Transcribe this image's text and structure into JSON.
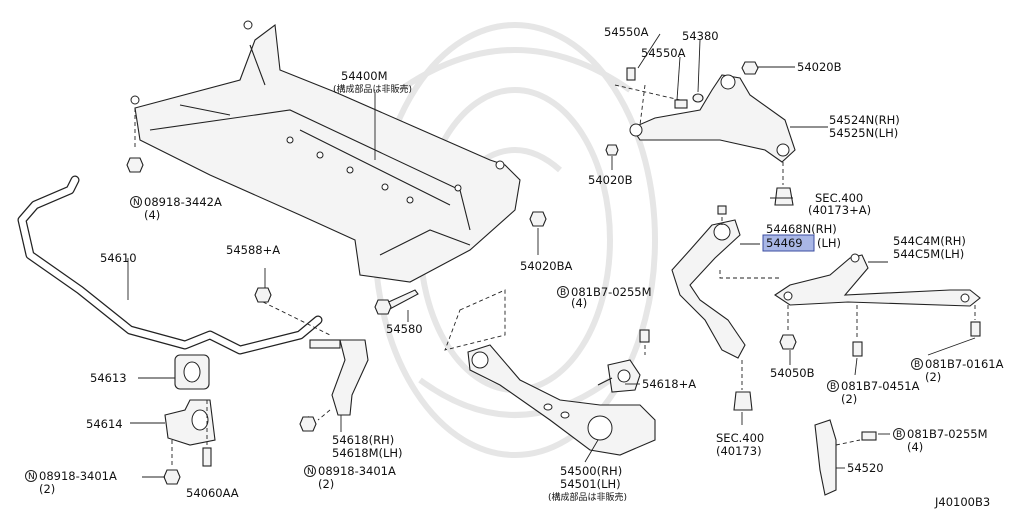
{
  "labels": {
    "crossmember": "54400M",
    "crossmember_note": "(構成部品は非販売)",
    "prefix_n": "N",
    "prefix_b": "B",
    "nut_3442A": "08918-3442A",
    "qty_4": "(4)",
    "qty_2": "(2)",
    "stabilizer": "54610",
    "nut_54588A": "54588+A",
    "bushing": "54613",
    "clamp": "54614",
    "nut_3401A": "08918-3401A",
    "bolt_54060AA": "54060AA",
    "bolt_54580": "54580",
    "nut_54020BA": "54020BA",
    "rod_rh": "54618(RH)",
    "rod_lh": "54618M(LH)",
    "bolt_0255M": "081B7-0255M",
    "bushing_54618A": "54618+A",
    "link_rh": "54500(RH)",
    "link_lh": "54501(LH)",
    "link_note": "(構成部品は非販売)",
    "bolt_54550A": "54550A",
    "washer_54380": "54380",
    "nut_54020B": "54020B",
    "upper_rh": "54524N(RH)",
    "upper_lh": "54525N(LH)",
    "sec400": "SEC.400",
    "sec400_upper_code": "(40173+A)",
    "sec400_lower_code": "(40173)",
    "knuckle_rh": "54468N(RH)",
    "knuckle_lh_code": "54469",
    "lh_suffix": "(LH)",
    "comp_rh": "544C4M(RH)",
    "comp_lh": "544C5M(LH)",
    "nut_54050B": "54050B",
    "bolt_0451A": "081B7-0451A",
    "bolt_0161A": "081B7-0161A",
    "bracket": "54520",
    "diagram_code": "J40100B3"
  },
  "colors": {
    "highlight": "#a9b7e6",
    "line": "#222222",
    "watermark": "#e6e6e6"
  }
}
